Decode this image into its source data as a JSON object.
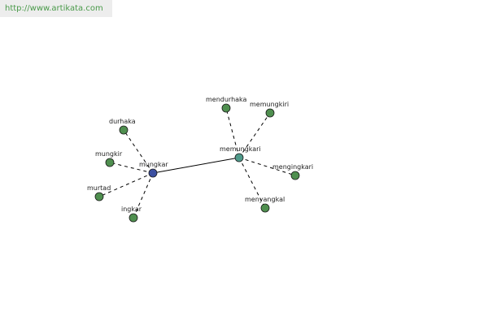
{
  "header": {
    "url": "http://www.artikata.com"
  },
  "colors": {
    "leaf_node": "#4f8f4f",
    "center_node": "#3b4fa0",
    "hub_node": "#4f9a8a",
    "edge": "#000000",
    "banner_text": "#4a9a4a",
    "banner_bg": "#ededed"
  },
  "graph": {
    "nodes": [
      {
        "id": "mungkar",
        "label": "mungkar",
        "role": "center"
      },
      {
        "id": "memungkari",
        "label": "memungkari",
        "role": "hub"
      },
      {
        "id": "durhaka",
        "label": "durhaka",
        "role": "leaf"
      },
      {
        "id": "mungkir",
        "label": "mungkir",
        "role": "leaf"
      },
      {
        "id": "murtad",
        "label": "murtad",
        "role": "leaf"
      },
      {
        "id": "ingkar",
        "label": "ingkar",
        "role": "leaf"
      },
      {
        "id": "mendurhaka",
        "label": "mendurhaka",
        "role": "leaf"
      },
      {
        "id": "memungkiri",
        "label": "memungkiri",
        "role": "leaf"
      },
      {
        "id": "mengingkari",
        "label": "mengingkari",
        "role": "leaf"
      },
      {
        "id": "menyangkal",
        "label": "menyangkal",
        "role": "leaf"
      }
    ],
    "edges": [
      {
        "from": "mungkar",
        "to": "memungkari",
        "style": "solid"
      },
      {
        "from": "mungkar",
        "to": "durhaka",
        "style": "dashed"
      },
      {
        "from": "mungkar",
        "to": "mungkir",
        "style": "dashed"
      },
      {
        "from": "mungkar",
        "to": "murtad",
        "style": "dashed"
      },
      {
        "from": "mungkar",
        "to": "ingkar",
        "style": "dashed"
      },
      {
        "from": "memungkari",
        "to": "mendurhaka",
        "style": "dashed"
      },
      {
        "from": "memungkari",
        "to": "memungkiri",
        "style": "dashed"
      },
      {
        "from": "memungkari",
        "to": "mengingkari",
        "style": "dashed"
      },
      {
        "from": "memungkari",
        "to": "menyangkal",
        "style": "dashed"
      }
    ]
  }
}
